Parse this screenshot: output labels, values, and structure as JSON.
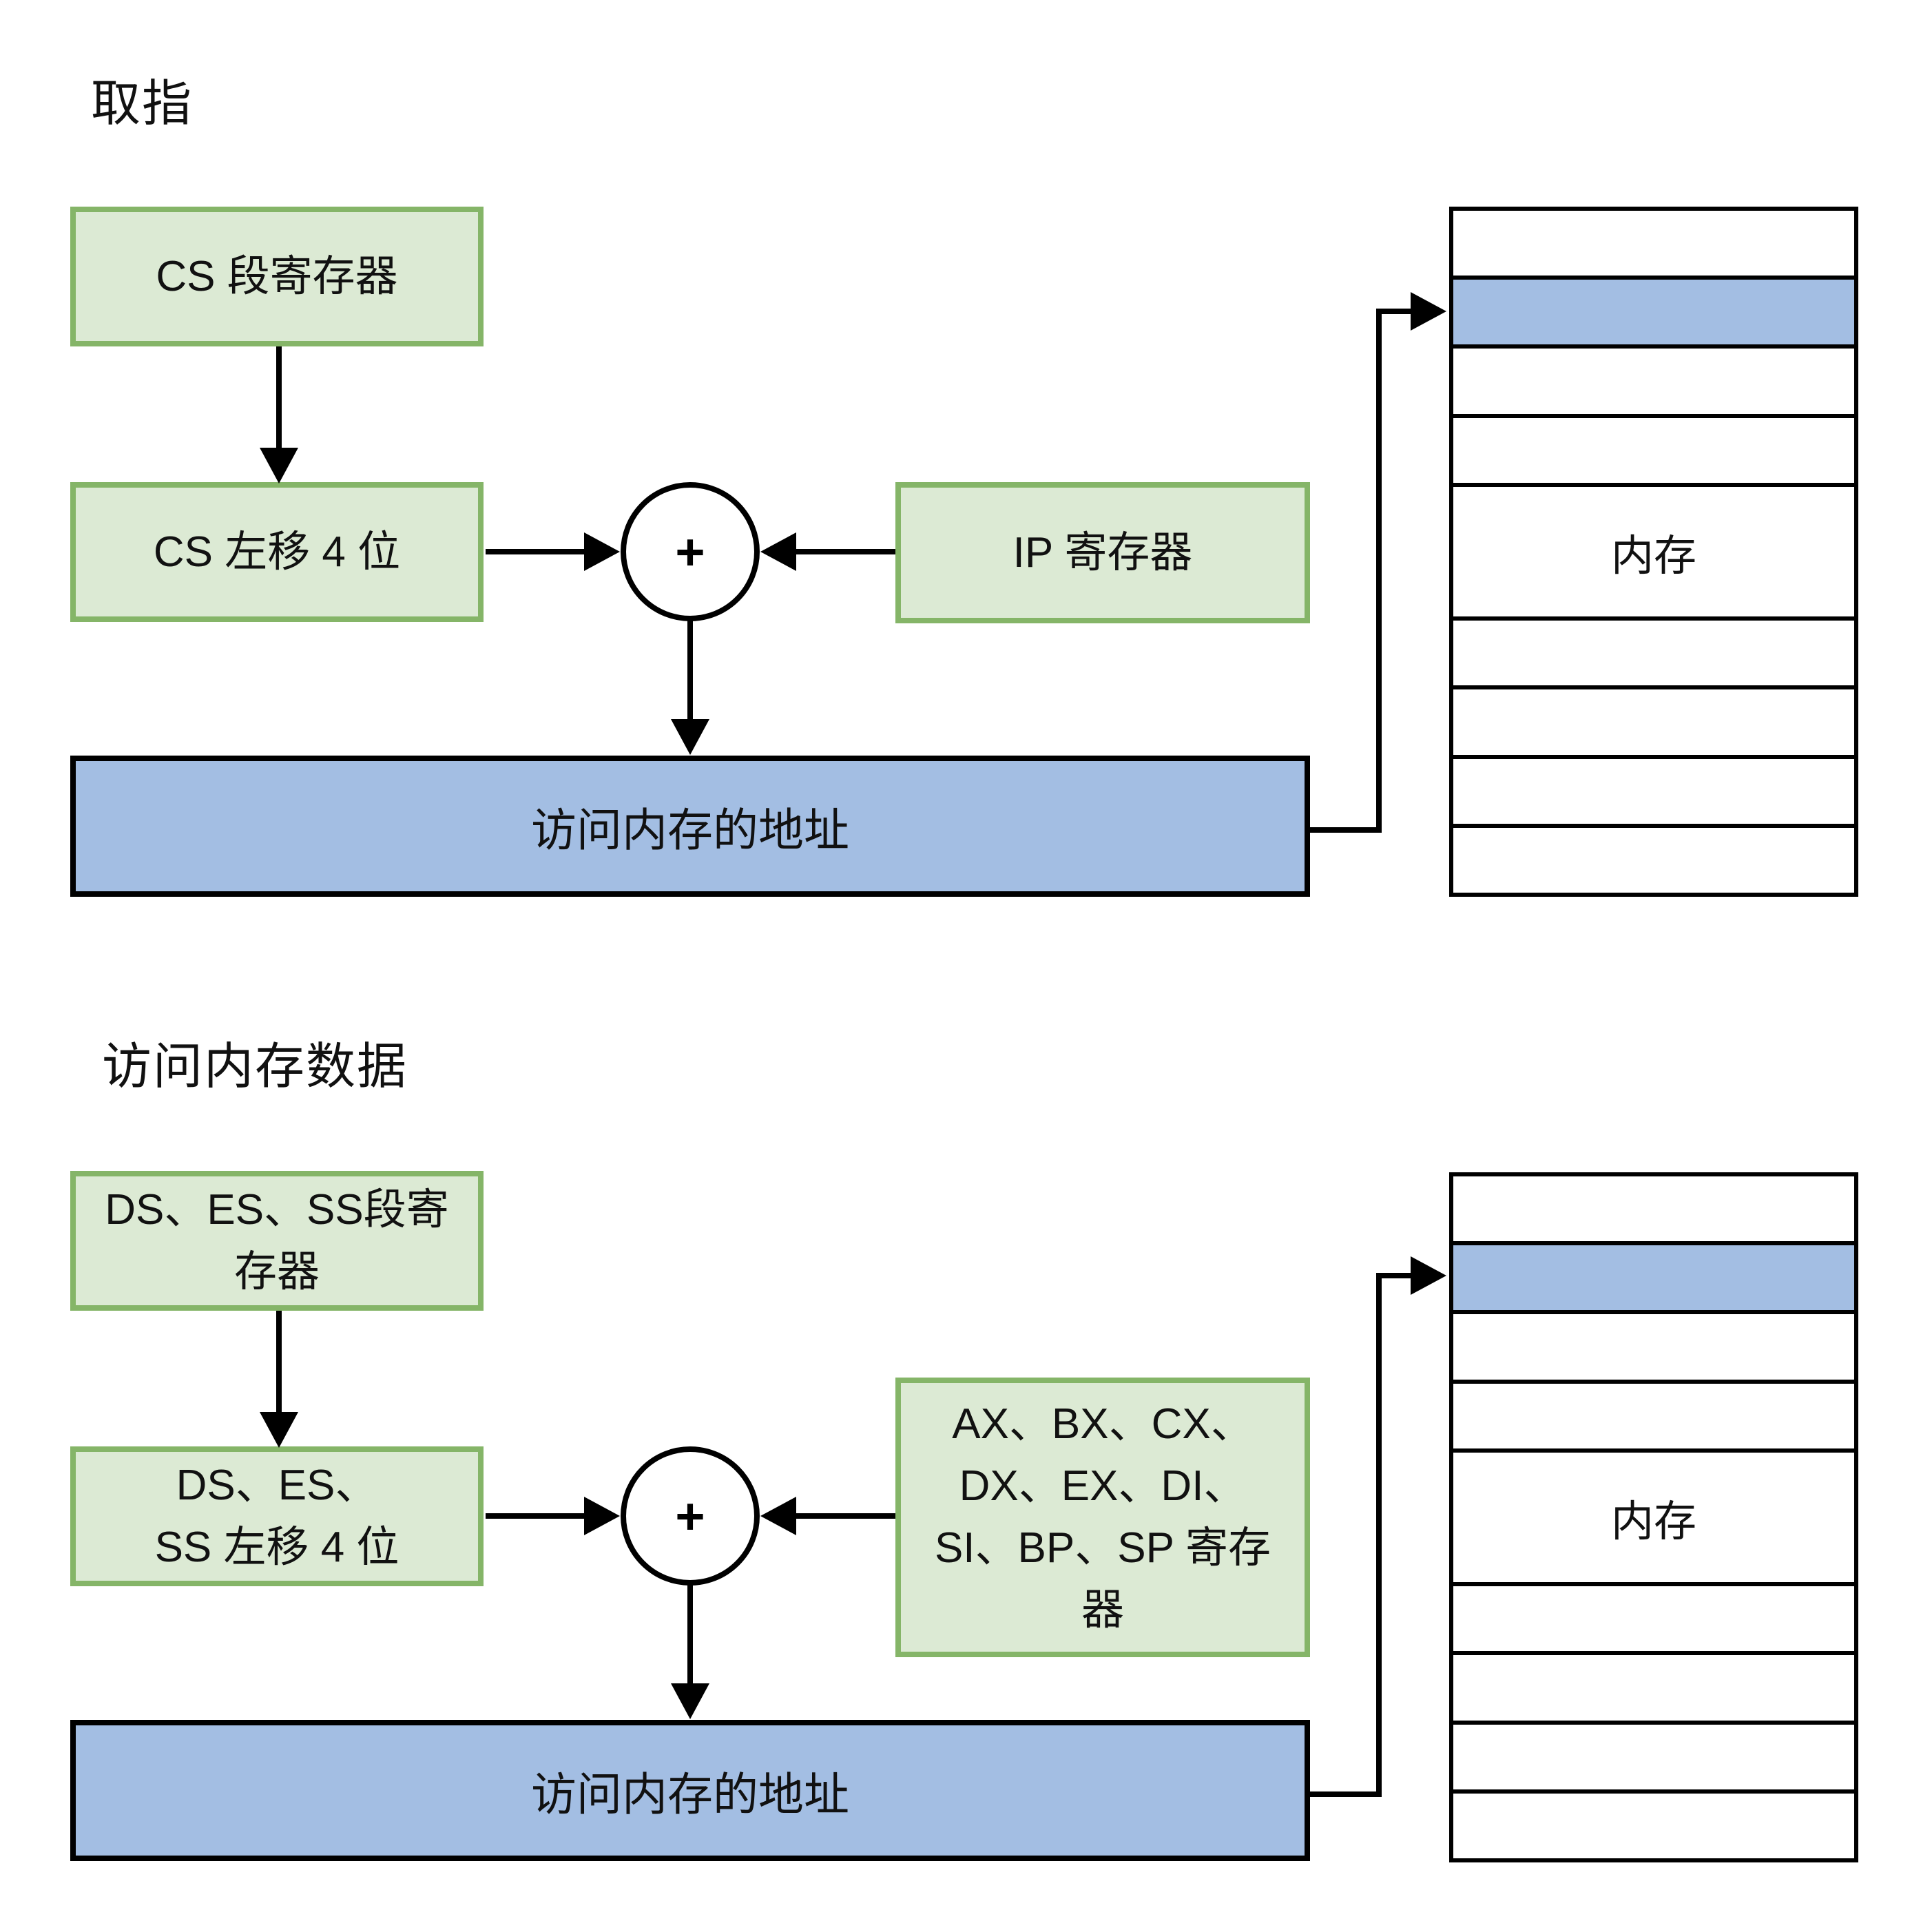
{
  "colors": {
    "green_fill": "#dcead4",
    "green_border": "#85b568",
    "blue_fill": "#a3bee3",
    "line": "#000000",
    "background": "#ffffff"
  },
  "fetch": {
    "title": "取指",
    "seg_box": "CS 段寄存器",
    "shift_box": "CS 左移 4 位",
    "ip_box": "IP 寄存器",
    "plus": "+",
    "address_box": "访问内存的地址",
    "memory_label": "内存"
  },
  "data_access": {
    "title": "访问内存数据",
    "seg_box_line1": "DS、ES、SS段寄",
    "seg_box_line2": "存器",
    "shift_box_line1": "DS、ES、",
    "shift_box_line2": "SS 左移 4 位",
    "reg_box_line1": "AX、BX、CX、",
    "reg_box_line2": "DX、EX、DI、",
    "reg_box_line3": "SI、BP、SP 寄存",
    "reg_box_line4": "器",
    "plus": "+",
    "address_box": "访问内存的地址",
    "memory_label": "内存"
  },
  "memory_table": {
    "rows": 9,
    "highlighted_row_index": 2,
    "label_row_index": 5,
    "label_row_height_ratio": 2
  }
}
